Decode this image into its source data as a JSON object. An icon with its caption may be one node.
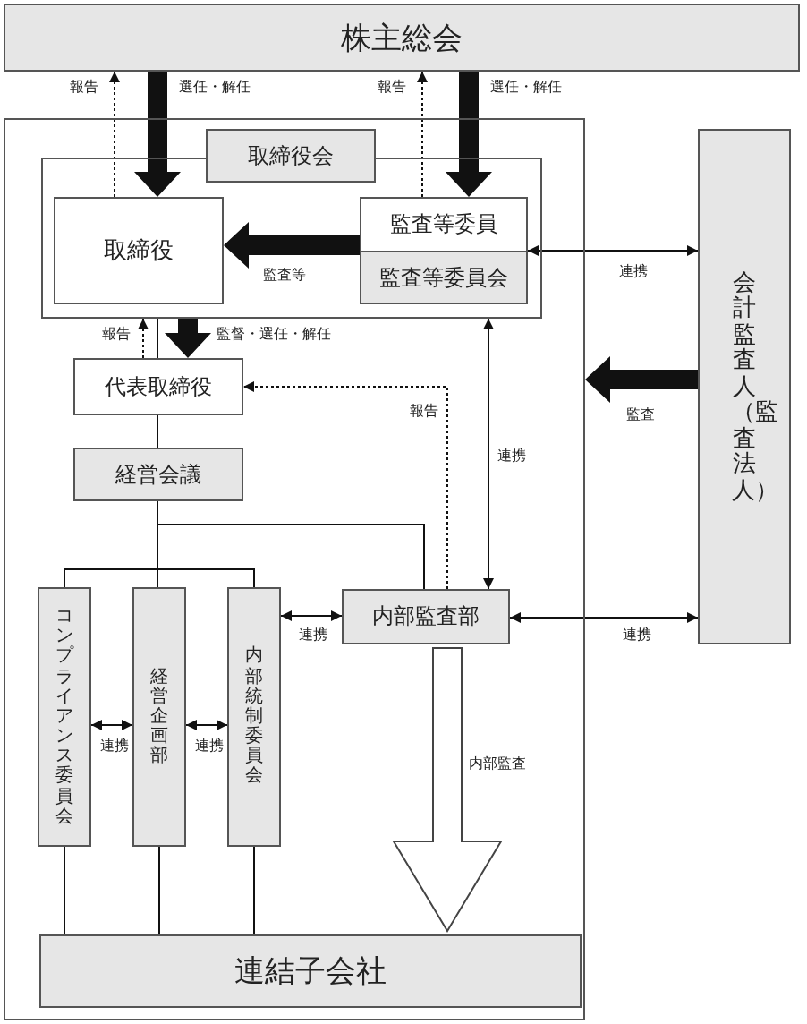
{
  "diagram": {
    "nodes": [
      {
        "text": [
          "株主総会"
        ]
      },
      {
        "text": [],
        "shape": "box"
      },
      {
        "text": [
          "取締役会"
        ],
        "in": 1
      },
      {
        "text": [],
        "shape": "box",
        "in": 1
      },
      {
        "text": [
          "取締役"
        ],
        "in": 3
      },
      {
        "text": [
          "監査等委員"
        ],
        "in": 3
      },
      {
        "text": [
          "監査等委員会"
        ],
        "in": 5
      },
      {
        "text": [
          "代表取締役"
        ],
        "in": 1
      },
      {
        "text": [
          "経営会議"
        ],
        "in": 1
      },
      {
        "text": [
          "コンプライアンス委員会"
        ],
        "in": 1
      },
      {
        "text": [
          "経営企画部"
        ],
        "in": 1
      },
      {
        "text": [
          "内部統制委員会"
        ],
        "in": 1
      },
      {
        "text": [
          "内部監査部"
        ],
        "in": 1
      },
      {
        "text": [
          "連結子会社"
        ],
        "in": 1
      },
      {
        "text": [
          "会計監査人（監査法人）"
        ]
      }
    ],
    "edges": [
      {
        "from": 0,
        "to": 4,
        "arrow": "to",
        "label": "選任・解任",
        "style": "thick"
      },
      {
        "from": 4,
        "to": 0,
        "arrow": "to",
        "label": "報告",
        "style": "dashed"
      },
      {
        "from": 0,
        "to": 5,
        "arrow": "to",
        "label": "選任・解任",
        "style": "thick"
      },
      {
        "from": 5,
        "to": 0,
        "arrow": "to",
        "label": "報告",
        "style": "dashed"
      },
      {
        "from": 5,
        "to": 4,
        "arrow": "to",
        "label": "監査等",
        "style": "thick"
      },
      {
        "from": 3,
        "to": 7,
        "arrow": "to",
        "label": "監督・選任・解任",
        "style": "thick"
      },
      {
        "from": 7,
        "to": 3,
        "arrow": "to",
        "label": "報告",
        "style": "dashed"
      },
      {
        "from": 12,
        "to": 7,
        "arrow": "to",
        "label": "報告",
        "style": "dashed"
      },
      {
        "from": 5,
        "to": 14,
        "arrow": "both",
        "label": "連携"
      },
      {
        "from": 3,
        "to": 12,
        "arrow": "both",
        "label": "連携"
      },
      {
        "from": 14,
        "to": 1,
        "arrow": "to",
        "label": "監査",
        "style": "thick"
      },
      {
        "from": 14,
        "to": 12,
        "arrow": "both",
        "label": "連携"
      },
      {
        "from": 12,
        "to": 11,
        "arrow": "both",
        "label": "連携"
      },
      {
        "from": 9,
        "to": 10,
        "arrow": "both",
        "label": "連携"
      },
      {
        "from": 10,
        "to": 11,
        "arrow": "both",
        "label": "連携"
      },
      {
        "from": 12,
        "to": 13,
        "arrow": "to",
        "label": "内部監査",
        "style": "thick"
      },
      {
        "from": 3,
        "to": 7,
        "arrow": "none"
      },
      {
        "from": 7,
        "to": 8,
        "arrow": "none"
      },
      {
        "from": 8,
        "to": 9,
        "arrow": "none"
      },
      {
        "from": 8,
        "to": 10,
        "arrow": "none"
      },
      {
        "from": 8,
        "to": 11,
        "arrow": "none"
      },
      {
        "from": 8,
        "to": 12,
        "arrow": "none"
      },
      {
        "from": 9,
        "to": 13,
        "arrow": "none"
      },
      {
        "from": 10,
        "to": 13,
        "arrow": "none"
      },
      {
        "from": 11,
        "to": 13,
        "arrow": "none"
      }
    ]
  }
}
